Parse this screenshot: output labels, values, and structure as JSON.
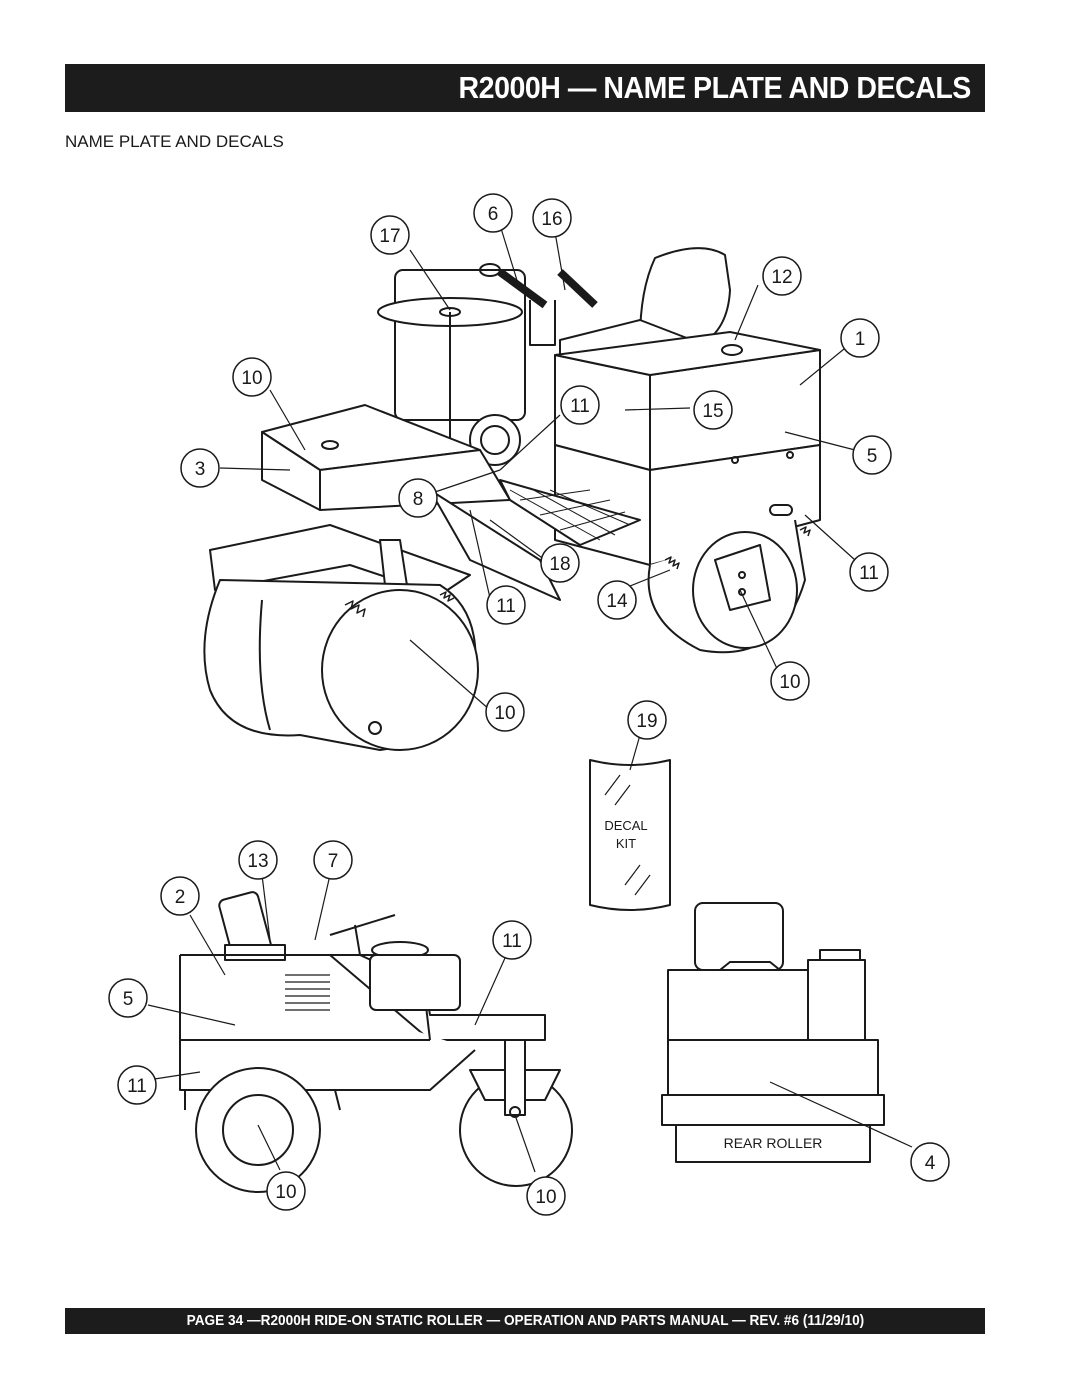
{
  "header": {
    "title": "R2000H — NAME PLATE AND DECALS"
  },
  "section": {
    "heading": "NAME PLATE AND DECALS"
  },
  "callouts": [
    "17",
    "6",
    "16",
    "12",
    "1",
    "10",
    "11",
    "15",
    "3",
    "5",
    "8",
    "18",
    "11",
    "11",
    "14",
    "10",
    "10",
    "19",
    "13",
    "7",
    "2",
    "11",
    "5",
    "11",
    "10",
    "10",
    "4"
  ],
  "labels": {
    "decal_line1": "DECAL",
    "decal_line2": "KIT",
    "rear_roller": "REAR ROLLER"
  },
  "footer": {
    "text": "PAGE 34 —R2000H RIDE-ON STATIC ROLLER — OPERATION AND PARTS MANUAL — REV. #6 (11/29/10)"
  }
}
